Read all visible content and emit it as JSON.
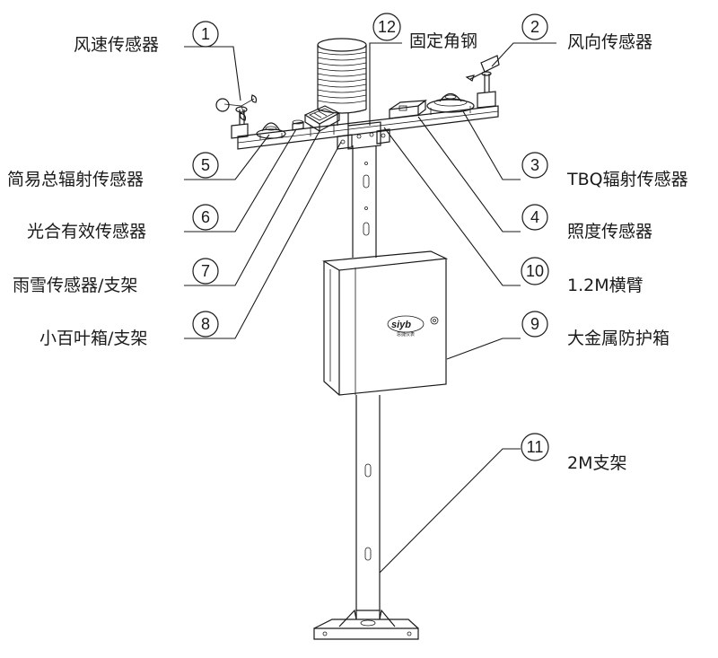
{
  "callouts": [
    {
      "num": "1",
      "label": "风速传感器"
    },
    {
      "num": "2",
      "label": "风向传感器"
    },
    {
      "num": "12",
      "label": "固定角钢"
    },
    {
      "num": "5",
      "label": "简易总辐射传感器"
    },
    {
      "num": "3",
      "label": "TBQ辐射传感器"
    },
    {
      "num": "6",
      "label": "光合有效传感器"
    },
    {
      "num": "4",
      "label": "照度传感器"
    },
    {
      "num": "7",
      "label": "雨雪传感器/支架"
    },
    {
      "num": "10",
      "label": "1.2M横臂"
    },
    {
      "num": "8",
      "label": "小百叶箱/支架"
    },
    {
      "num": "9",
      "label": "大金属防护箱"
    },
    {
      "num": "11",
      "label": "2M支架"
    }
  ],
  "box_logo": {
    "brand": "siyb",
    "sub": "思捷仪表"
  }
}
